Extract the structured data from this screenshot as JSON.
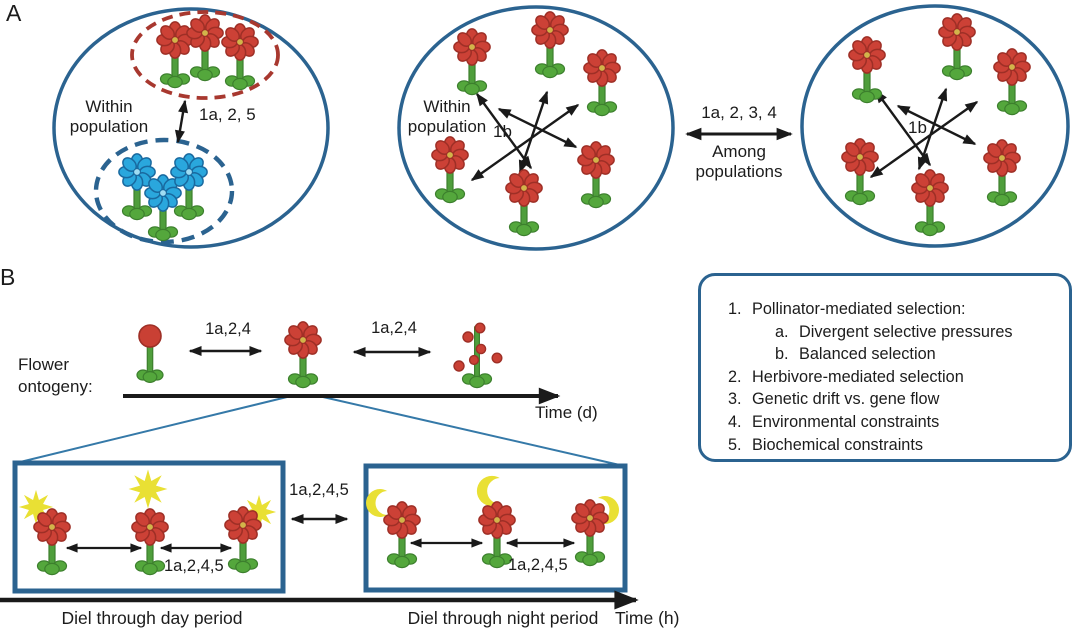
{
  "colors": {
    "outline_blue": "#2b6390",
    "dashed_red": "#a8382f",
    "dashed_blue": "#2b6390",
    "connector_blue": "#3579a8",
    "arrow_black": "#1a1a1a",
    "flower_red": "#cc4136",
    "flower_red_dark": "#9e2f26",
    "flower_blue": "#2aa7dd",
    "flower_blue_dark": "#19699f",
    "stem_green": "#4f9e3c",
    "leaf_green_dark": "#3c7f2d",
    "sun_moon_yellow": "#e9e034",
    "flower_center_yellow": "#d2b44a",
    "background": "#ffffff"
  },
  "icons": [
    "red-flower-icon",
    "blue-flower-icon",
    "flower-bud-icon",
    "senesced-flower-icon",
    "sun-icon",
    "crescent-moon-icon"
  ],
  "panel_a": {
    "label": "A",
    "population1": {
      "within_label": "Within\npopulation",
      "arrow_label": "1a, 2, 5"
    },
    "population2": {
      "within_label": "Within\npopulation",
      "arrow_label": "1b"
    },
    "population3": {
      "arrow_label": "1b"
    },
    "among": {
      "arrow_label": "1a, 2, 3, 4",
      "caption": "Among\npopulations"
    }
  },
  "panel_b": {
    "label": "B",
    "ontogeny_label": "Flower\nontogeny:",
    "bud_to_flower_label": "1a,2,4",
    "flower_to_senescence_label": "1a,2,4",
    "time_days_label": "Time (d)",
    "day_night_label": "1a,2,4,5",
    "day_box": {
      "arrow_label": "1a,2,4,5",
      "caption": "Diel through day period"
    },
    "night_box": {
      "arrow_label": "1a,2,4,5",
      "caption": "Diel through night period"
    },
    "time_hours_label": "Time (h)"
  },
  "legend": {
    "items": [
      {
        "num": "1.",
        "text": "Pollinator-mediated selection:"
      },
      {
        "num": "a.",
        "text": "Divergent selective pressures"
      },
      {
        "num": "b.",
        "text": "Balanced selection"
      },
      {
        "num": "2.",
        "text": "Herbivore-mediated selection"
      },
      {
        "num": "3.",
        "text": "Genetic drift vs. gene flow"
      },
      {
        "num": "4.",
        "text": "Environmental constraints"
      },
      {
        "num": "5.",
        "text": "Biochemical constraints"
      }
    ]
  }
}
